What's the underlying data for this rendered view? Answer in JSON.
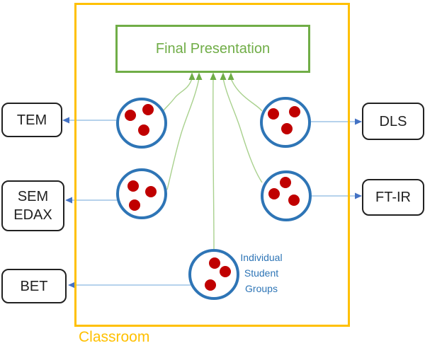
{
  "diagram": {
    "classroom_label": "Classroom",
    "presentation_label": "Final Presentation",
    "groups_caption": "Individual\nStudent\nGroups",
    "instruments_left": [
      "TEM",
      "SEM\nEDAX",
      "BET"
    ],
    "instruments_right": [
      "DLS",
      "FT-IR"
    ],
    "group_count": 5,
    "dots_per_group": 3,
    "connections": [
      {
        "from": "group-top-left",
        "to": "TEM"
      },
      {
        "from": "group-mid-left",
        "to": "SEM EDAX"
      },
      {
        "from": "group-bottom",
        "to": "BET"
      },
      {
        "from": "group-top-right",
        "to": "DLS"
      },
      {
        "from": "group-mid-right",
        "to": "FT-IR"
      },
      {
        "from": "every-student-group",
        "to": "Final Presentation"
      }
    ],
    "colors": {
      "frame_yellow": "#FFC000",
      "green": "#70AD47",
      "light_green": "#A9D18E",
      "circle_blue": "#2E75B6",
      "dot_red": "#C00000",
      "arrow_blue_line": "#9DC3E6",
      "arrow_blue_head": "#4472C4",
      "caption_blue": "#2E75B6",
      "box_black": "#212121"
    }
  }
}
